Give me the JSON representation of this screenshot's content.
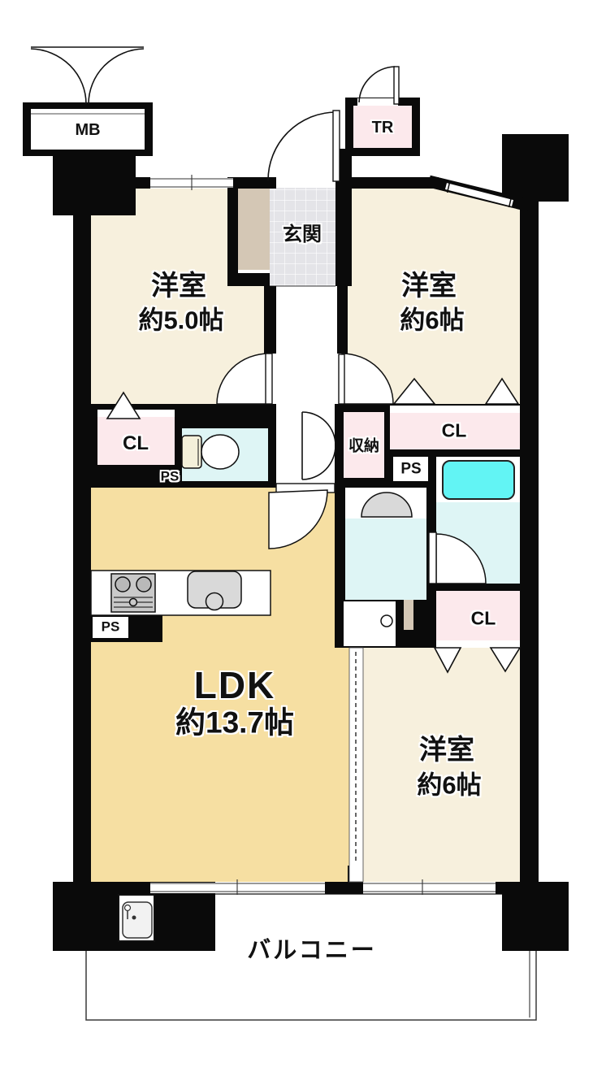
{
  "floorplan": {
    "labels": {
      "mb": "MB",
      "tr": "TR",
      "entrance": "玄関",
      "room_nw_name": "洋室",
      "room_nw_size": "約5.0帖",
      "room_ne_name": "洋室",
      "room_ne_size": "約6帖",
      "closet_left": "CL",
      "ps_left": "PS",
      "storage": "収納",
      "ps_center": "PS",
      "closet_right": "CL",
      "closet_se": "CL",
      "ps_kitchen": "PS",
      "ldk_name": "LDK",
      "ldk_size": "約13.7帖",
      "room_se_name": "洋室",
      "room_se_size": "約6帖",
      "balcony": "バルコニー"
    },
    "colors": {
      "wall": "#0a0a0a",
      "room_cream": "#f7f0dd",
      "ldk_wheat": "#f6dfa2",
      "closet_pink": "#fce9ec",
      "wet_cyan": "#def5f5",
      "tub_cyan": "#62f4f4",
      "tile_gray": "#e4e4e8",
      "shoe_tan": "#d4c7b5",
      "fixture_gray": "#d9d9d9"
    }
  }
}
